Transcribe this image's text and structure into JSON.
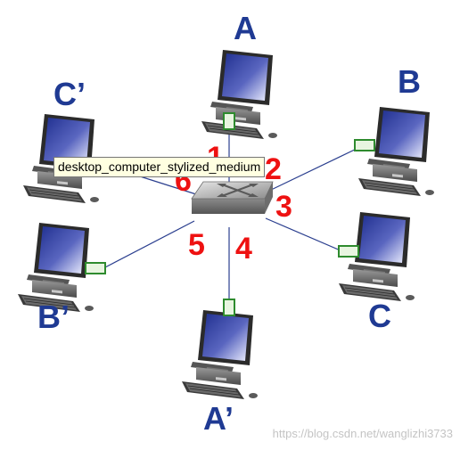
{
  "hosts": {
    "A": {
      "label": "A"
    },
    "B": {
      "label": "B"
    },
    "C": {
      "label": "C"
    },
    "A_prime": {
      "label": "A’"
    },
    "B_prime": {
      "label": "B’"
    },
    "C_prime": {
      "label": "C’"
    }
  },
  "ports": [
    "1",
    "2",
    "3",
    "4",
    "5",
    "6"
  ],
  "tooltip": {
    "text": "desktop_computer_stylized_medium"
  },
  "watermark": {
    "text": "https://blog.csdn.net/wanglizhi3733"
  },
  "colors": {
    "host_label": "#1f3a93",
    "port_label": "#ee1111",
    "link": "#2b3f8f",
    "interface": "#2e8b2e",
    "screen": "#2a3a9c"
  },
  "icons": {
    "computer": "desktop-computer-icon",
    "switch": "network-switch-icon",
    "interface": "network-interface-icon"
  }
}
